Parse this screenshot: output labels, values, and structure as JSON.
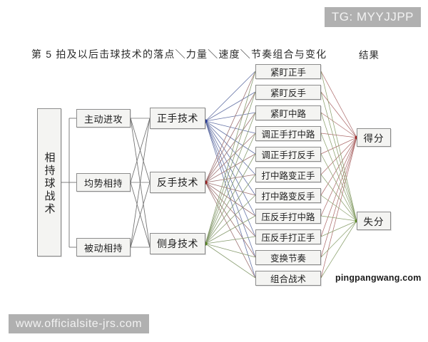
{
  "watermarks": {
    "telegram": "TG: MYYJJPP",
    "site": "www.officialsite-jrs.com",
    "source": "pingpangwang.com"
  },
  "headings": {
    "main": "第 5 拍及以后击球技术的落点＼力量＼速度＼节奏组合与变化",
    "result": "结果"
  },
  "chart_data": {
    "type": "diagram",
    "title": "第 5 拍及以后击球技术的落点＼力量＼速度＼节奏组合与变化",
    "columns": [
      {
        "id": "root",
        "label": "相持球战术",
        "nodes": [
          {
            "id": "n0",
            "label": "相持球战术"
          }
        ]
      },
      {
        "id": "situation",
        "nodes": [
          {
            "id": "s1",
            "label": "主动进攻"
          },
          {
            "id": "s2",
            "label": "均势相持"
          },
          {
            "id": "s3",
            "label": "被动相持"
          }
        ]
      },
      {
        "id": "technique",
        "nodes": [
          {
            "id": "t1",
            "label": "正手技术",
            "hub_color": "#2b3fa0"
          },
          {
            "id": "t2",
            "label": "反手技术",
            "hub_color": "#a02020"
          },
          {
            "id": "t3",
            "label": "侧身技术",
            "hub_color": "#5a8a22"
          }
        ]
      },
      {
        "id": "tactics",
        "nodes": [
          {
            "id": "a1",
            "label": "紧盯正手"
          },
          {
            "id": "a2",
            "label": "紧盯反手"
          },
          {
            "id": "a3",
            "label": "紧盯中路"
          },
          {
            "id": "a4",
            "label": "调正手打中路"
          },
          {
            "id": "a5",
            "label": "调正手打反手"
          },
          {
            "id": "a6",
            "label": "打中路变正手"
          },
          {
            "id": "a7",
            "label": "打中路变反手"
          },
          {
            "id": "a8",
            "label": "压反手打中路"
          },
          {
            "id": "a9",
            "label": "压反手打正手"
          },
          {
            "id": "a10",
            "label": "变换节奏"
          },
          {
            "id": "a11",
            "label": "组合战术"
          }
        ]
      },
      {
        "id": "result",
        "label": "结果",
        "nodes": [
          {
            "id": "r1",
            "label": "得分",
            "hub_color": "#a02020"
          },
          {
            "id": "r2",
            "label": "失分",
            "hub_color": "#5a8a22"
          }
        ]
      }
    ],
    "edges_note": "root→3 situations; situations→3 techniques (full cross); techniques→11 tactics (full cross); tactics→2 results (full cross)"
  }
}
